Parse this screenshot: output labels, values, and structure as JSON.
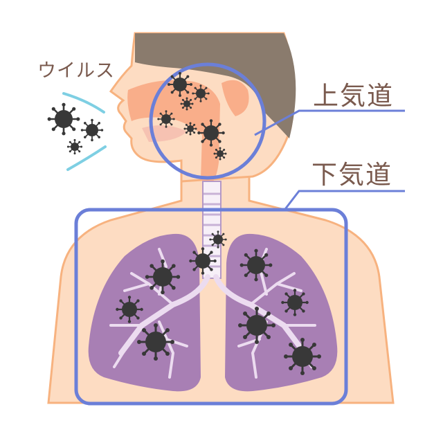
{
  "labels": {
    "virus": "ウイルス",
    "upper_airway": "上気道",
    "lower_airway": "下気道"
  },
  "colors": {
    "skin": "#fddcc2",
    "skin_outline": "#f7b27f",
    "hair": "#8a7b6d",
    "nasal_cavity": "#f9ae8a",
    "lung": "#a87fb4",
    "bronchi": "#ecdcf0",
    "highlight": "#6b7fd8",
    "virus": "#383838",
    "breath_lines": "#7ecfe3"
  }
}
